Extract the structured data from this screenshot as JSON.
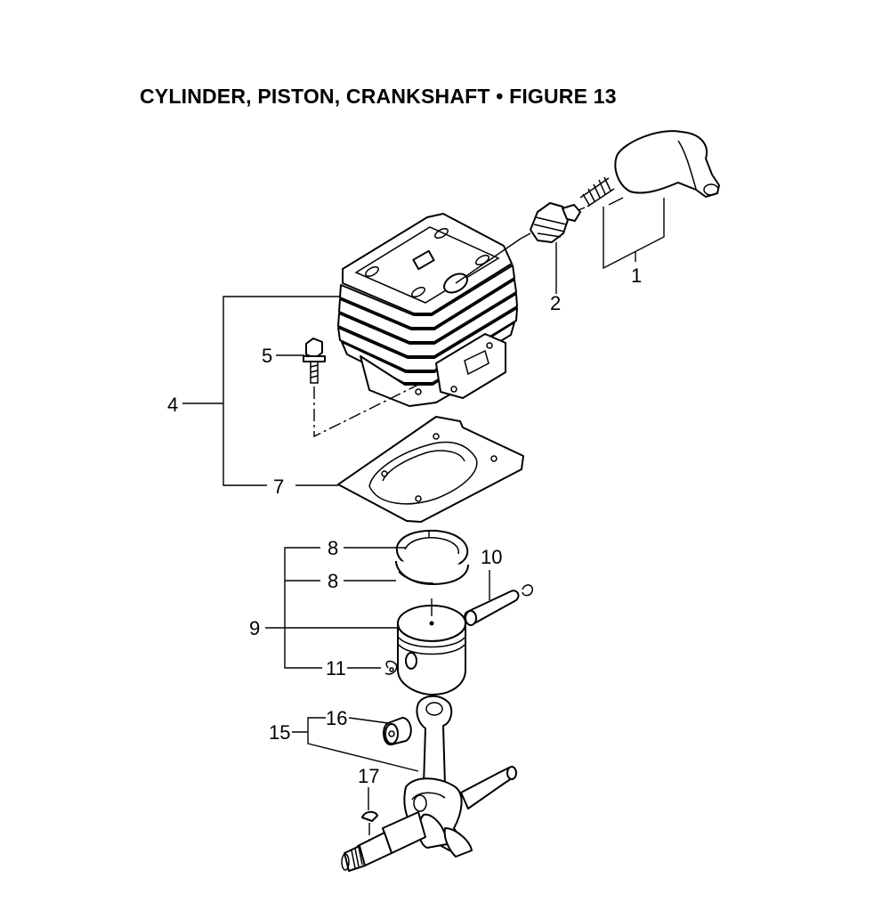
{
  "title": "CYLINDER, PISTON, CRANKSHAFT  •  FIGURE 13",
  "callouts": [
    {
      "id": "1",
      "label": "1"
    },
    {
      "id": "2",
      "label": "2"
    },
    {
      "id": "4",
      "label": "4"
    },
    {
      "id": "5",
      "label": "5"
    },
    {
      "id": "7",
      "label": "7"
    },
    {
      "id": "8a",
      "label": "8"
    },
    {
      "id": "8b",
      "label": "8"
    },
    {
      "id": "9",
      "label": "9"
    },
    {
      "id": "10",
      "label": "10"
    },
    {
      "id": "11",
      "label": "11"
    },
    {
      "id": "15",
      "label": "15"
    },
    {
      "id": "16",
      "label": "16"
    },
    {
      "id": "17",
      "label": "17"
    }
  ]
}
